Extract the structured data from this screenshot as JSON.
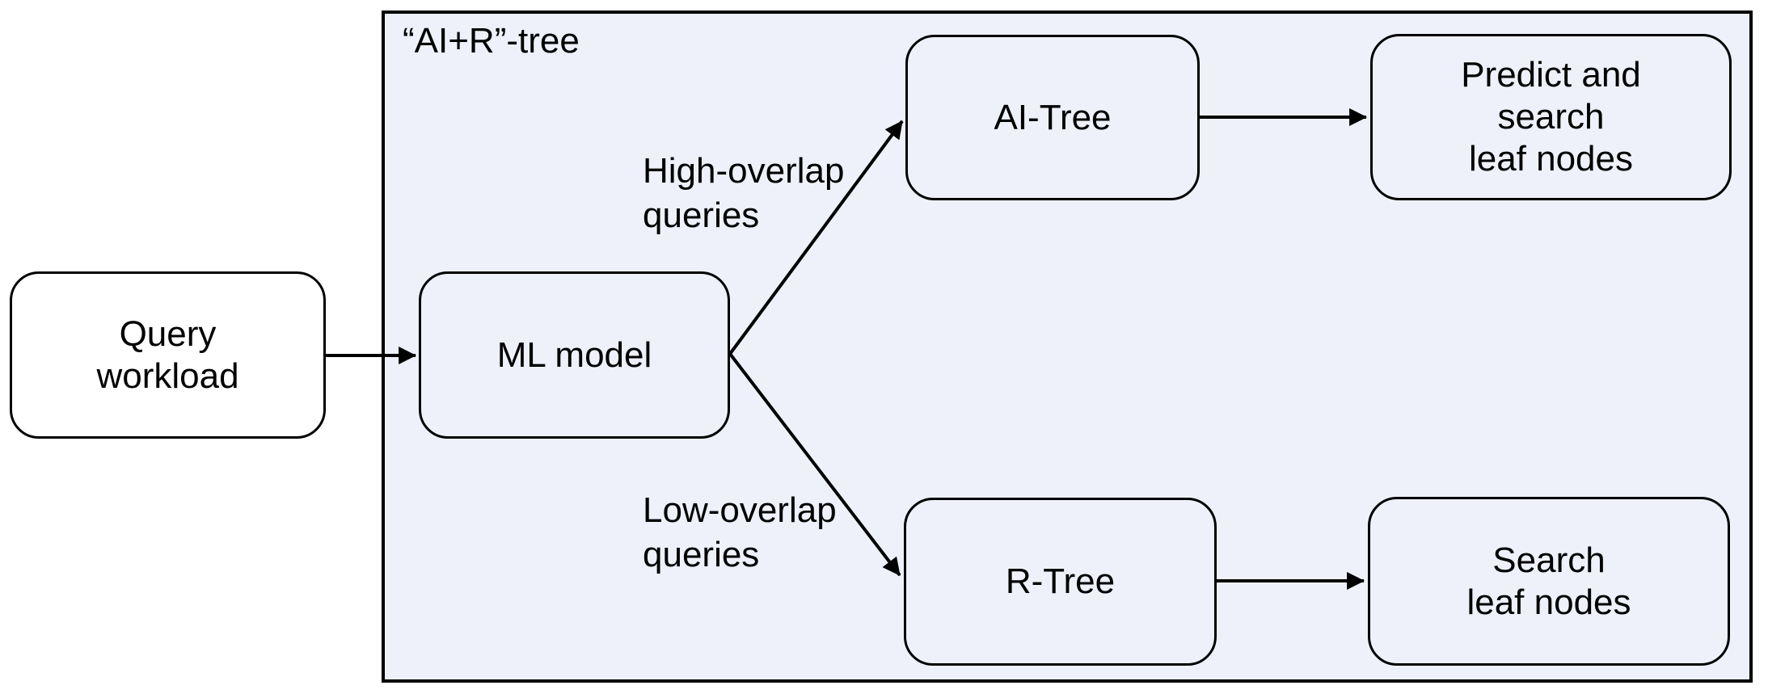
{
  "diagram": {
    "container_label": "“AI+R”-tree",
    "nodes": {
      "query_workload": {
        "label": "Query\nworkload"
      },
      "ml_model": {
        "label": "ML model"
      },
      "ai_tree": {
        "label": "AI-Tree"
      },
      "predict_search": {
        "label": "Predict and\nsearch\nleaf nodes"
      },
      "r_tree": {
        "label": "R-Tree"
      },
      "search_leaf": {
        "label": "Search\nleaf nodes"
      }
    },
    "edge_labels": {
      "high_overlap": {
        "label": "High-overlap\nqueries"
      },
      "low_overlap": {
        "label": "Low-overlap\nqueries"
      }
    },
    "colors": {
      "container_fill": "#eef1fa",
      "outside_node_fill": "#ffffff",
      "stroke": "#000000",
      "text": "#000000"
    }
  }
}
